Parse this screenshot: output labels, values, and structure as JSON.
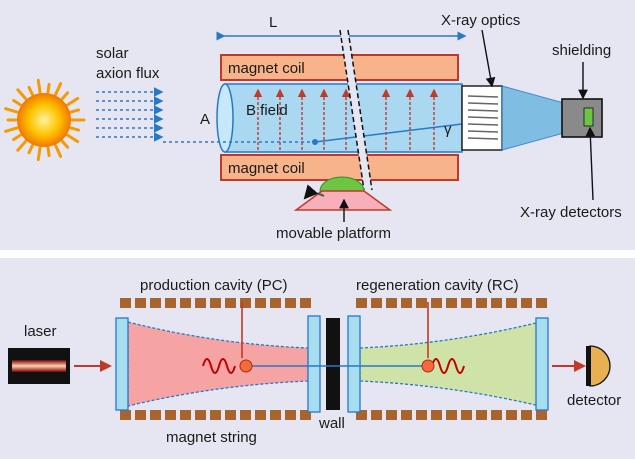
{
  "top_panel": {
    "labels": {
      "length": "L",
      "xray_optics": "X-ray optics",
      "solar_axion_flux_line1": "solar",
      "solar_axion_flux_line2": "axion flux",
      "shielding": "shielding",
      "magnet_coil_top": "magnet coil",
      "magnet_coil_bottom": "magnet coil",
      "aperture": "A",
      "b_field": "B field",
      "photon": "γ",
      "movable_platform": "movable platform",
      "xray_detectors": "X-ray detectors"
    }
  },
  "bottom_panel": {
    "labels": {
      "production_cavity": "production cavity (PC)",
      "regeneration_cavity": "regeneration cavity (RC)",
      "laser": "laser",
      "detector": "detector",
      "magnet_string": "magnet string",
      "wall": "wall"
    }
  },
  "colors": {
    "panel_bg": "#e6e6f2",
    "magnet_coil": "#f7b48a",
    "coil_border": "#c0392b",
    "bore": "#a9d8f0",
    "arrow_red": "#c0392b",
    "arrow_blue": "#2878c8",
    "pc_fill": "#f5a3a3",
    "rc_fill": "#cfe3a9",
    "mirror": "#a6def0",
    "coil_block": "#a8642e",
    "detector": "#e8b052"
  }
}
